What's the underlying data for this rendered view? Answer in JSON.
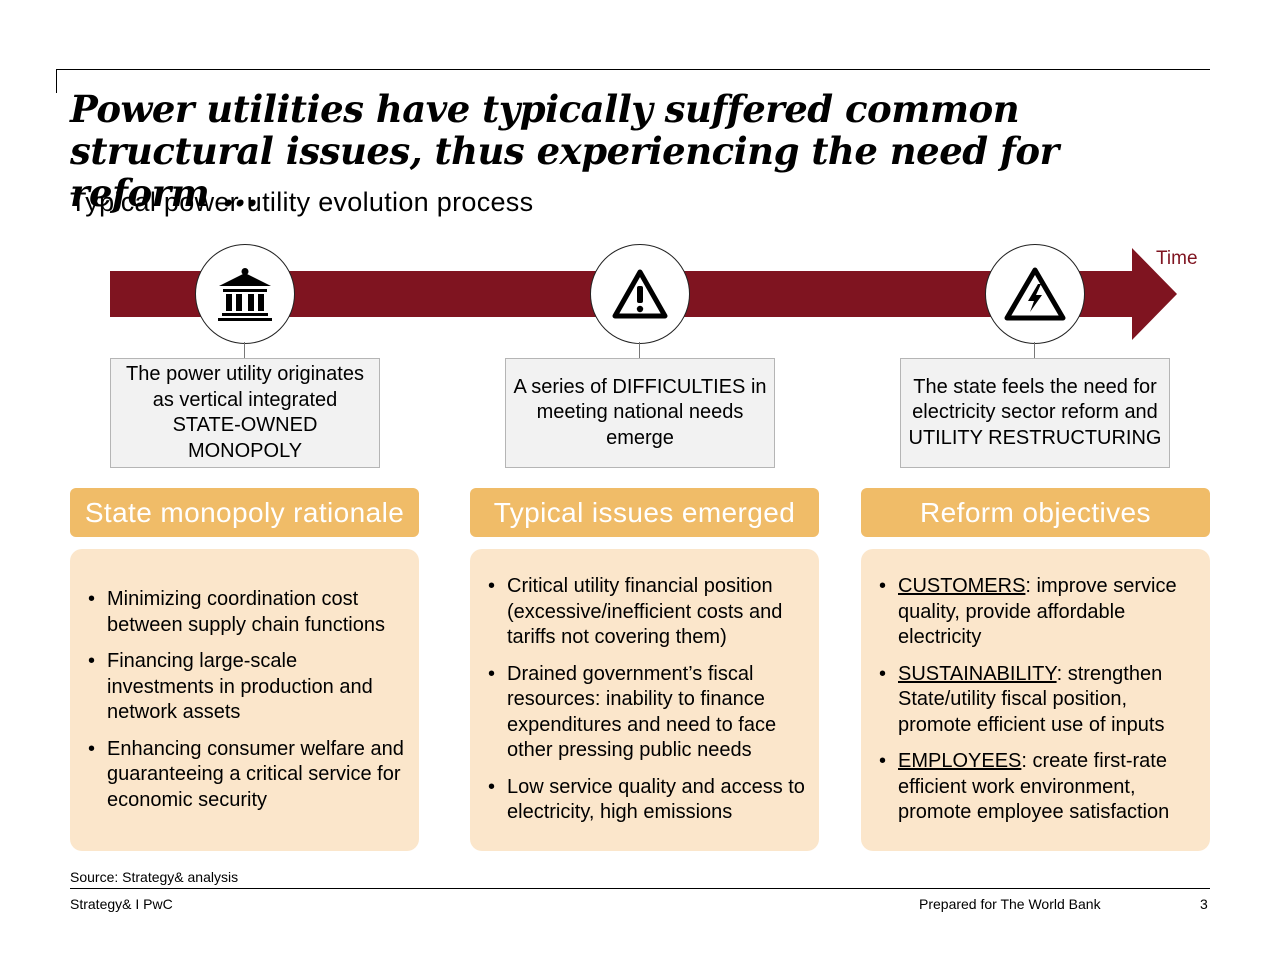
{
  "title": "Power utilities have typically suffered common structural issues, thus experiencing the need for reform …",
  "subtitle": "Typical power utility evolution process",
  "timeline": {
    "axis_label": "Time",
    "accent_color": "#7f1420",
    "stages": [
      {
        "icon": "government-building-icon",
        "text": "The power utility originates as vertical integrated STATE-OWNED MONOPOLY"
      },
      {
        "icon": "warning-icon",
        "text": "A series of DIFFICULTIES in meeting national needs emerge"
      },
      {
        "icon": "high-voltage-icon",
        "text": "The state feels the need for electricity sector reform and UTILITY RESTRUCTURING"
      }
    ]
  },
  "columns": [
    {
      "header": "State monopoly rationale",
      "bullets": [
        {
          "text": "Minimizing coordination cost between supply chain functions"
        },
        {
          "text": "Financing large-scale investments in production and network assets"
        },
        {
          "text": "Enhancing consumer welfare and guaranteeing a critical service for economic security"
        }
      ]
    },
    {
      "header": "Typical issues emerged",
      "bullets": [
        {
          "text": "Critical utility financial position (excessive/inefficient costs and tariffs not covering them)"
        },
        {
          "text": "Drained government’s fiscal resources: inability to finance expenditures and need to face other pressing public needs"
        },
        {
          "text": "Low service quality and access to electricity, high emissions"
        }
      ]
    },
    {
      "header": "Reform objectives",
      "bullets": [
        {
          "key": "CUSTOMERS",
          "text": ": improve service quality, provide affordable electricity"
        },
        {
          "key": "SUSTAINABILITY",
          "text": ": strengthen State/utility fiscal position, promote efficient use of inputs"
        },
        {
          "key": "EMPLOYEES",
          "text": ": create first-rate efficient work environment, promote employee satisfaction"
        }
      ]
    }
  ],
  "colors": {
    "header_bg": "#f0bc68",
    "panel_bg": "#fbe6cb",
    "stage_box_bg": "#f2f2f2"
  },
  "source": "Source: Strategy& analysis",
  "footer": {
    "left": "Strategy& I PwC",
    "center": "Prepared for The World Bank",
    "page_number": "3"
  }
}
